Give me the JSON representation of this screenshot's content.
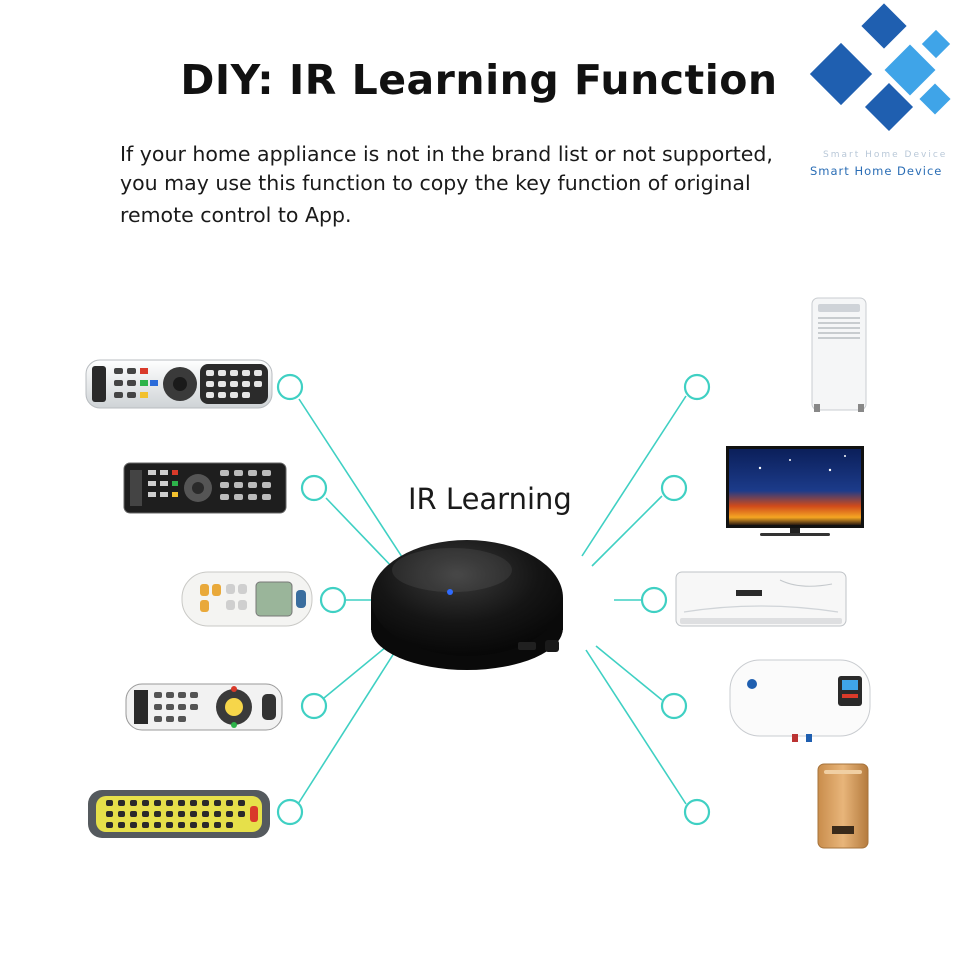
{
  "title": "DIY: IR Learning Function",
  "description_lines": [
    "If your home appliance is not in the brand list or not supported,",
    "you may use this function to copy the key function of original",
    "remote control to App."
  ],
  "hub_label": "IR Learning",
  "brand": {
    "tagline": "Smart Home Device",
    "tagline_faint": "Smart Home Device"
  },
  "colors": {
    "accent_cyan": "#3fd0c3",
    "logo_dark_blue": "#1f5fb0",
    "logo_light_blue": "#3fa4e8",
    "hub_black": "#111111",
    "hub_led": "#2f6bff"
  },
  "remotes": [
    "silver-tv-remote",
    "black-set-top-remote",
    "ac-remote",
    "universal-remote",
    "yellow-remote"
  ],
  "appliances": [
    "portable-air-conditioner",
    "television",
    "wall-air-conditioner",
    "water-heater",
    "air-purifier"
  ]
}
